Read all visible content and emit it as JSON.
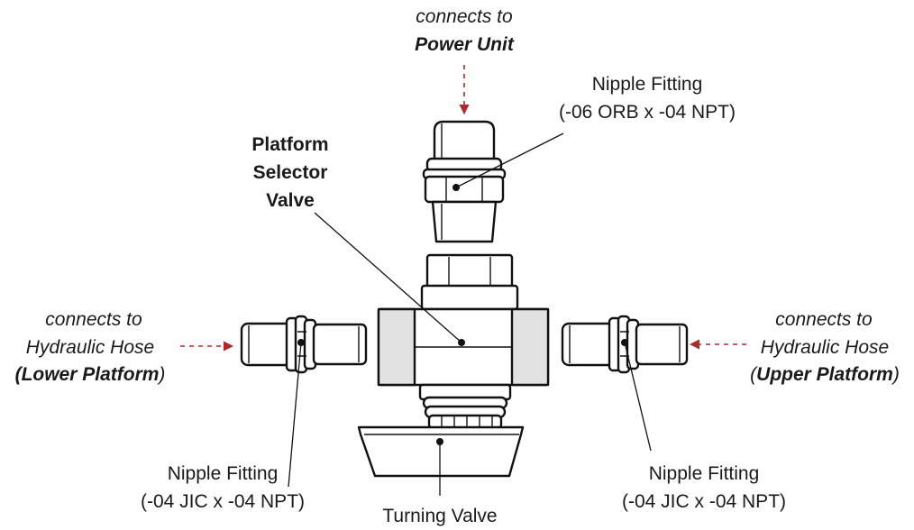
{
  "colors": {
    "arrow": "#b02a2a",
    "line": "#111111",
    "shade": "#e2e2e2",
    "text": "#1a1a1a"
  },
  "labels": {
    "top_connects": "connects to",
    "power_unit": "Power Unit",
    "nipple_top_line1": "Nipple Fitting",
    "nipple_top_line2": "(-06 ORB x -04 NPT)",
    "selector_line1": "Platform",
    "selector_line2": "Selector",
    "selector_line3": "Valve",
    "left_connects": "connects to",
    "left_hose": "Hydraulic Hose",
    "left_open": "(",
    "left_platform": "Lower Platform",
    "left_close": ")",
    "right_connects": "connects to",
    "right_hose": "Hydraulic Hose",
    "right_open": "(",
    "right_platform": "Upper Platform",
    "right_close": ")",
    "nipple_left_line1": "Nipple Fitting",
    "nipple_left_line2": "(-04 JIC x -04 NPT)",
    "nipple_right_line1": "Nipple Fitting",
    "nipple_right_line2": "(-04 JIC x -04 NPT)",
    "turning_valve": "Turning Valve"
  },
  "parts": [
    "top-nipple-fitting",
    "platform-selector-valve",
    "left-nipple-fitting",
    "right-nipple-fitting",
    "turning-valve"
  ]
}
